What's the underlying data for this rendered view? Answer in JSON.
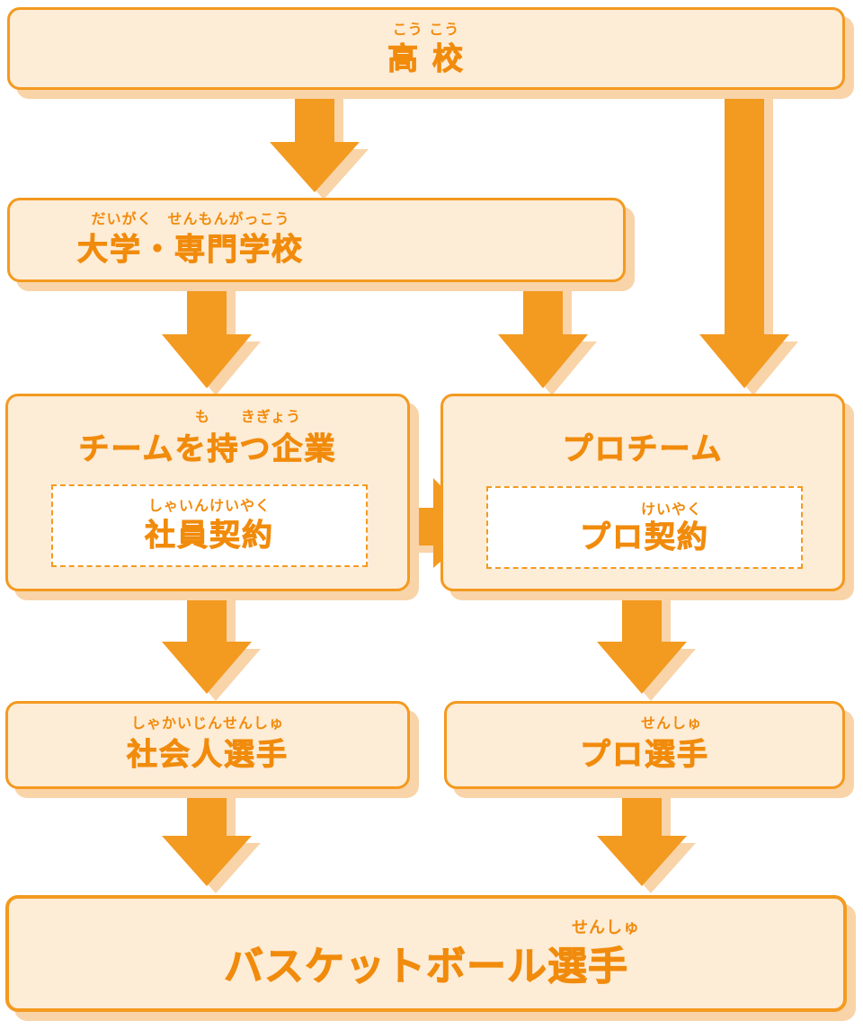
{
  "nodes": {
    "high_school": {
      "label": "高 校",
      "reading": "こう こう"
    },
    "university": {
      "label": "大学・専門学校",
      "reading": "だいがく　せんもんがっこう"
    },
    "company_team": {
      "label": "チームを持つ企業",
      "reading": "も　　きぎょう",
      "contract": {
        "label": "社員契約",
        "reading": "しゃいんけいやく"
      }
    },
    "pro_team": {
      "label": "プロチーム",
      "contract": {
        "label": "プロ契約",
        "reading": "けいやく"
      }
    },
    "corporate_player": {
      "label": "社会人選手",
      "reading": "しゃかいじんせんしゅ"
    },
    "pro_player": {
      "label": "プロ選手",
      "reading": "せんしゅ"
    },
    "basketball_player": {
      "label": "バスケットボール選手",
      "reading": "せんしゅ"
    }
  },
  "edges": [
    {
      "from": "高 校",
      "to": "大学・専門学校"
    },
    {
      "from": "高 校",
      "to": "プロチーム"
    },
    {
      "from": "大学・専門学校",
      "to": "チームを持つ企業"
    },
    {
      "from": "大学・専門学校",
      "to": "プロチーム"
    },
    {
      "from": "社員契約",
      "to": "プロ契約"
    },
    {
      "from": "チームを持つ企業",
      "to": "社会人選手"
    },
    {
      "from": "プロチーム",
      "to": "プロ選手"
    },
    {
      "from": "社会人選手",
      "to": "バスケットボール選手"
    },
    {
      "from": "プロ選手",
      "to": "バスケットボール選手"
    }
  ],
  "colors": {
    "arrow": "#f39a20",
    "arrow_shadow": "#f9d4a8",
    "box_fill": "#fdecd6",
    "box_border": "#f39a20",
    "text": "#f18b0c"
  }
}
